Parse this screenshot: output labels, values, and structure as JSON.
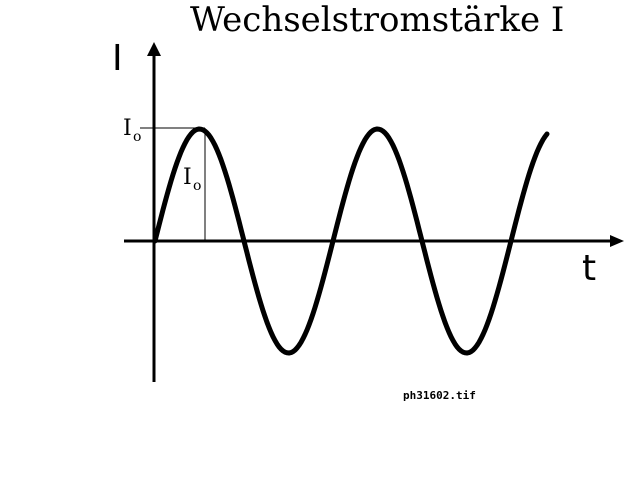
{
  "title": "Wechselstromstärke I",
  "axes": {
    "y_label": "I",
    "x_label": "t"
  },
  "amplitude": {
    "axis_label": "I",
    "axis_sub": "o",
    "marker_label": "I",
    "marker_sub": "o"
  },
  "filename": "ph31602.tif",
  "colors": {
    "ink": "#000000",
    "background": "#ffffff"
  }
}
